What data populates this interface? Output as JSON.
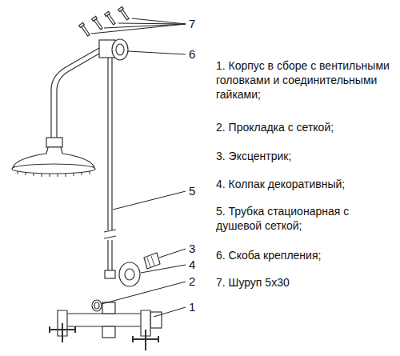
{
  "diagram": {
    "labels": [
      "7",
      "6",
      "5",
      "3",
      "4",
      "2",
      "1",
      "1. Корпус в сборе с вентильными головками и соединительными гайками;",
      "2. Прокладка с сеткой;",
      "3. Эксцентрик;",
      "4. Колпак декоративный;",
      "5. Трубка стационарная с душевой сеткой;",
      "6. Скоба крепления;",
      "7. Шуруп 5х30"
    ]
  }
}
